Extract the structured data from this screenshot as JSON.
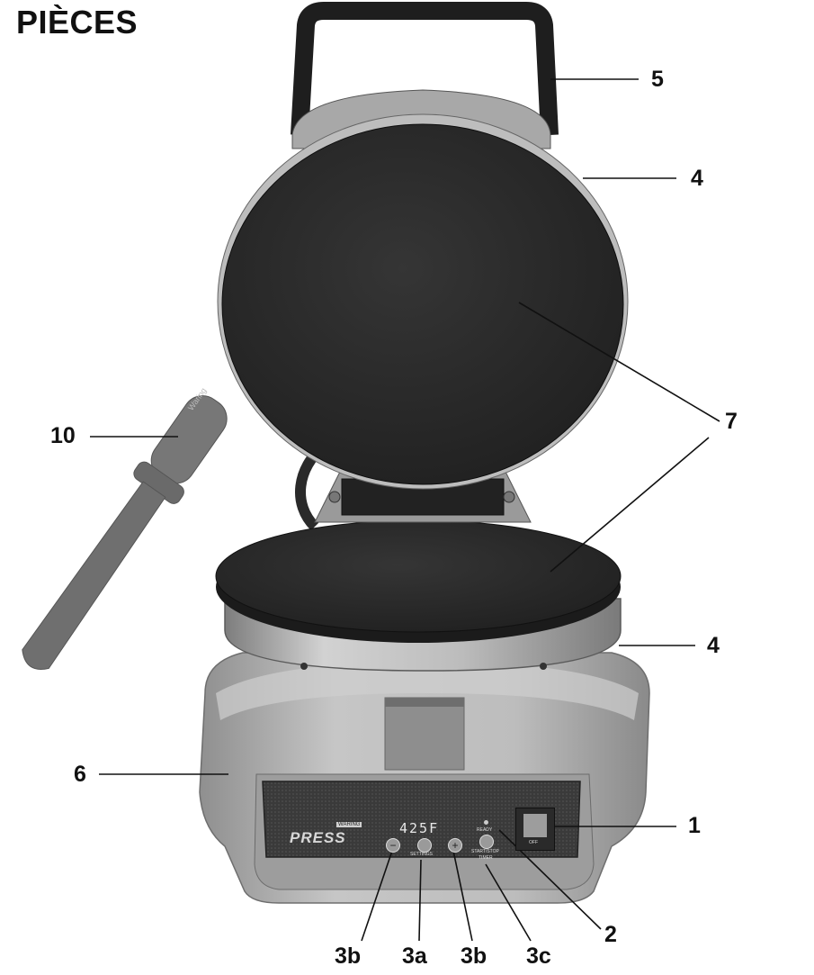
{
  "page": {
    "title": "PIÈCES"
  },
  "callouts": {
    "c1": "1",
    "c2": "2",
    "c3a": "3a",
    "c3b_left": "3b",
    "c3b_right": "3b",
    "c3c": "3c",
    "c4_top": "4",
    "c4_bottom": "4",
    "c5": "5",
    "c6": "6",
    "c7": "7",
    "c10": "10"
  },
  "control_panel": {
    "brand": "PRESS",
    "brand_badge": "WARING",
    "display": "425F",
    "settings_label": "SETTINGS",
    "ready_label": "READY",
    "start_stop_label": "START/STOP",
    "timer_label": "TIMER",
    "switch_label": "OFF"
  },
  "spatula": {
    "brand": "Waring"
  },
  "colors": {
    "plate": "#2c2c2c",
    "metal": "#b4b4b4",
    "spatula": "#6e6e6e",
    "line": "#111111"
  }
}
